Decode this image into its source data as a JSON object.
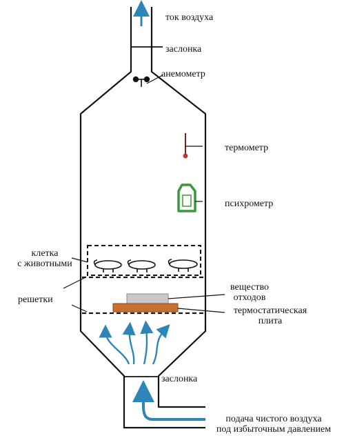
{
  "labels": {
    "air_flow": "ток воздуха",
    "damper_top": "заслонка",
    "anemometer": "анемометр",
    "thermometer": "термометр",
    "psychrometer": "психрометр",
    "cage_line1": "клетка",
    "cage_line2": "с животными",
    "grates": "решетки",
    "waste_line1": "вещество",
    "waste_line2": "отходов",
    "plate_line1": "термостатическая",
    "plate_line2": "плита",
    "damper_bottom": "заслонка",
    "supply_line1": "подача чистого воздуха",
    "supply_line2": "под избыточным давлением"
  },
  "colors": {
    "outline": "#111111",
    "air_arrow": "#2e86b8",
    "thermometer_bulb": "#c0392b",
    "thermometer_stem": "#7a2020",
    "psychrometer": "#3a9a3a",
    "waste_block": "#c8c8c8",
    "hot_plate": "#c8702f"
  }
}
